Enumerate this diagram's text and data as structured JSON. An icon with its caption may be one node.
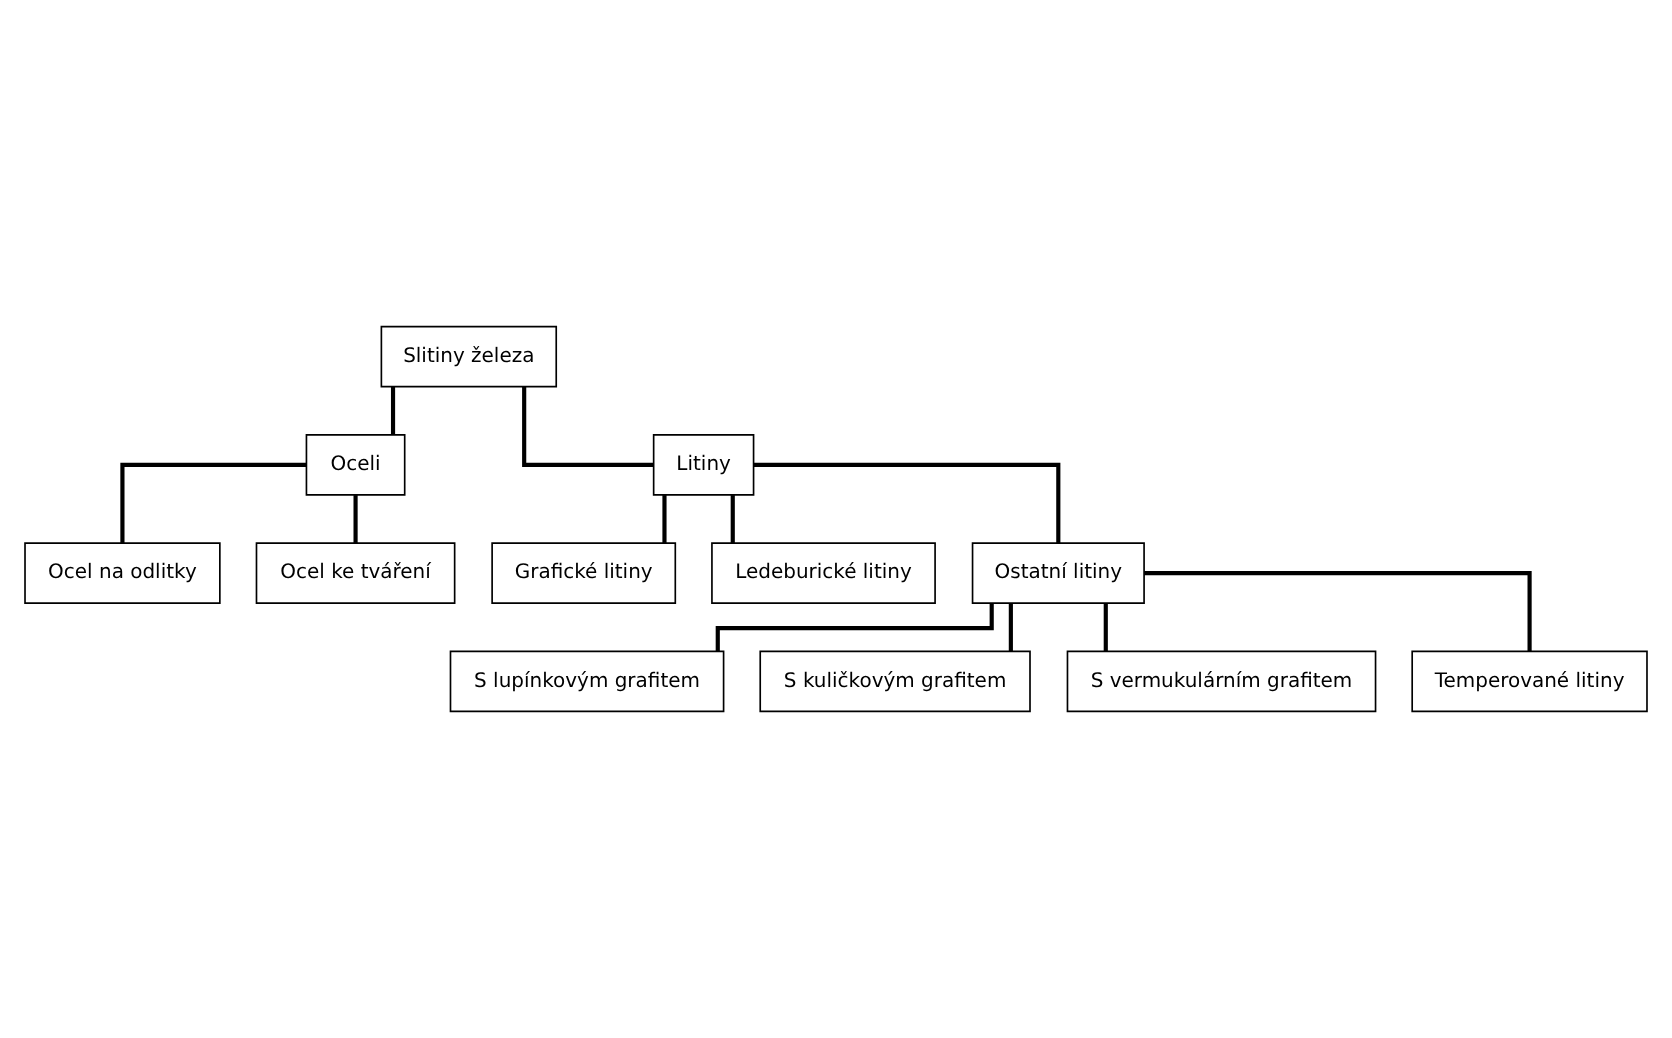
{
  "diagram": {
    "nodes": [
      {
        "text": [
          "Slitiny železa"
        ]
      },
      {
        "text": [
          "Oceli"
        ]
      },
      {
        "text": [
          "Litiny"
        ]
      },
      {
        "text": [
          "Ocel na odlitky"
        ]
      },
      {
        "text": [
          "Ocel ke tváření"
        ]
      },
      {
        "text": [
          "Grafické litiny"
        ]
      },
      {
        "text": [
          "Ledeburické litiny"
        ]
      },
      {
        "text": [
          "Ostatní litiny"
        ]
      },
      {
        "text": [
          "S lupínkovým grafitem"
        ]
      },
      {
        "text": [
          "S kuličkovým grafitem"
        ]
      },
      {
        "text": [
          "S vermukulárním grafitem"
        ]
      },
      {
        "text": [
          "Temperované litiny"
        ]
      }
    ],
    "edges": [
      {
        "from": 0,
        "to": 1,
        "arrow": "none"
      },
      {
        "from": 0,
        "to": 2,
        "arrow": "none"
      },
      {
        "from": 1,
        "to": 3,
        "arrow": "none"
      },
      {
        "from": 1,
        "to": 4,
        "arrow": "none"
      },
      {
        "from": 2,
        "to": 5,
        "arrow": "none"
      },
      {
        "from": 2,
        "to": 6,
        "arrow": "none"
      },
      {
        "from": 2,
        "to": 7,
        "arrow": "none"
      },
      {
        "from": 7,
        "to": 8,
        "arrow": "none"
      },
      {
        "from": 7,
        "to": 9,
        "arrow": "none"
      },
      {
        "from": 7,
        "to": 10,
        "arrow": "none"
      },
      {
        "from": 7,
        "to": 11,
        "arrow": "none"
      }
    ]
  }
}
